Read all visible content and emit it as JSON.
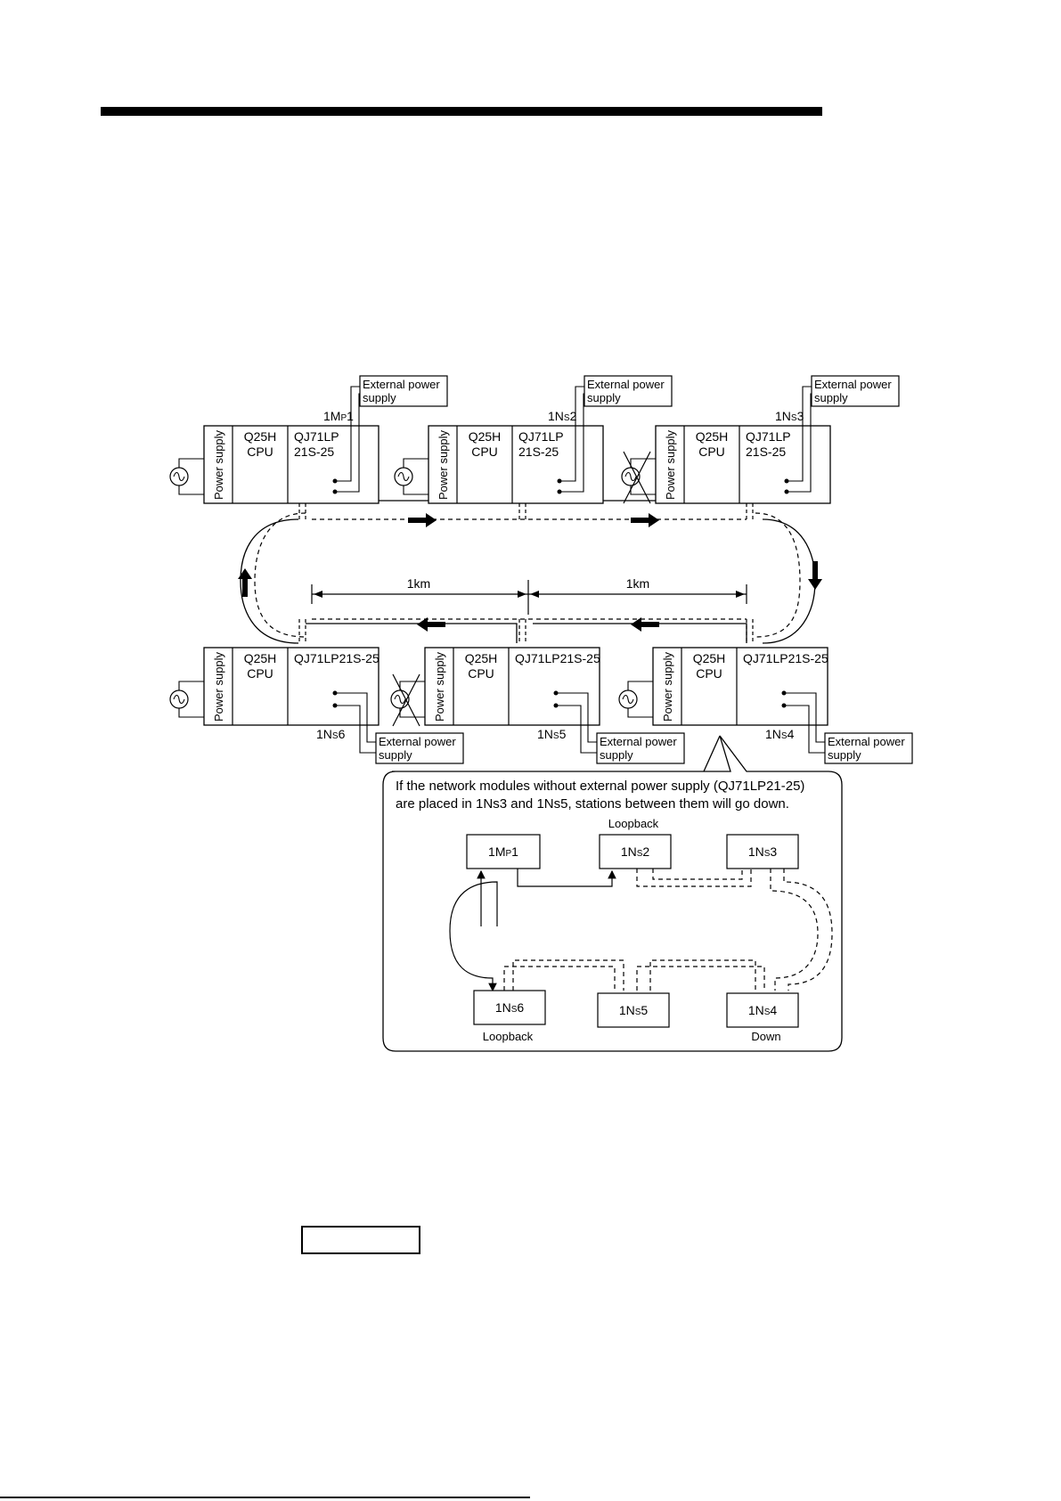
{
  "diagram": {
    "stations": [
      {
        "id": "1MP1",
        "label": "1MP1",
        "power": "Power supply",
        "cpu": "Q25H\nCPU",
        "module": "QJ71LP\n21S-25",
        "external": "External power\nsupply"
      },
      {
        "id": "1NS2",
        "label": "1NS2",
        "power": "Power supply",
        "cpu": "Q25H\nCPU",
        "module": "QJ71LP\n21S-25",
        "external": "External power\nsupply"
      },
      {
        "id": "1NS3",
        "label": "1NS3",
        "power": "Power supply",
        "cpu": "Q25H\nCPU",
        "module": "QJ71LP\n21S-25",
        "external": "External power\nsupply"
      },
      {
        "id": "1NS6",
        "label": "1NS6",
        "power": "Power supply",
        "cpu": "Q25H\nCPU",
        "module": "QJ71LP21S-25",
        "external": "External power\nsupply"
      },
      {
        "id": "1NS5",
        "label": "1NS5",
        "power": "Power supply",
        "cpu": "Q25H\nCPU",
        "module": "QJ71LP21S-25",
        "external": "External power\nsupply"
      },
      {
        "id": "1NS4",
        "label": "1NS4",
        "power": "Power supply",
        "cpu": "Q25H\nCPU",
        "module": "QJ71LP21S-25",
        "external": "External power\nsupply"
      }
    ],
    "distances": [
      "1km",
      "1km"
    ],
    "callout": {
      "text": "If the network modules without external power supply (QJ71LP21-25)\nare placed in 1Ns3 and 1Ns5, stations between them will go down.",
      "nodes": [
        "1MP1",
        "1NS2",
        "1NS3",
        "1NS6",
        "1NS5",
        "1NS4"
      ],
      "labels": {
        "loopback_top": "Loopback",
        "loopback_bottom": "Loopback",
        "down": "Down"
      }
    }
  }
}
